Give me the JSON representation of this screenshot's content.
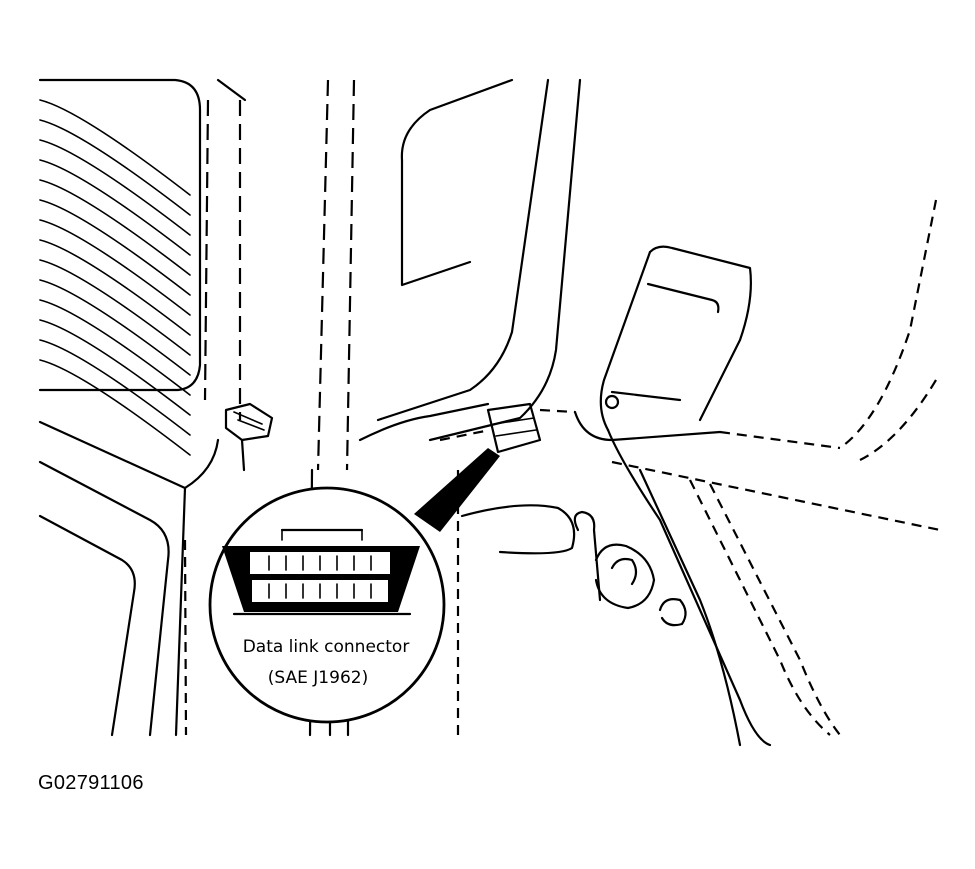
{
  "figure": {
    "callout_label_line1": "Data link connector",
    "callout_label_line2": "(SAE J1962)",
    "figure_id": "G02791106"
  }
}
